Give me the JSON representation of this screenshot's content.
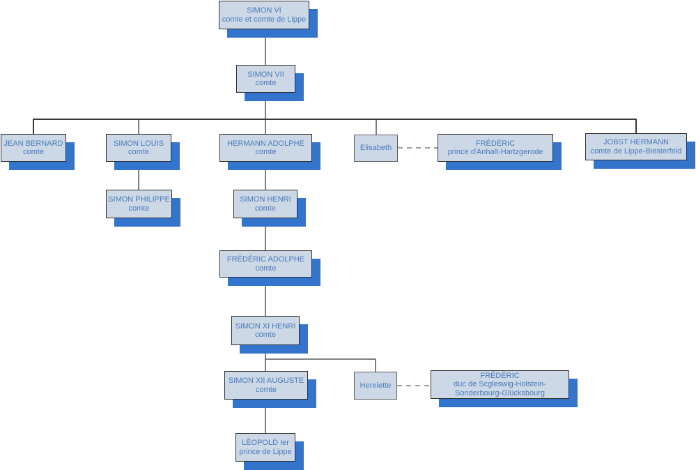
{
  "diagram": {
    "type": "family-tree",
    "nodes": [
      {
        "id": "simon-vi",
        "name": "SIMON VI",
        "title": "comte et comte de Lippe"
      },
      {
        "id": "simon-vii",
        "name": "SIMON VII",
        "title": "comte"
      },
      {
        "id": "jean-bernard",
        "name": "JEAN BERNARD",
        "title": "comte"
      },
      {
        "id": "simon-louis",
        "name": "SIMON LOUIS",
        "title": "comte"
      },
      {
        "id": "hermann-adolphe",
        "name": "HERMANN ADOLPHE",
        "title": "comte"
      },
      {
        "id": "elisabeth",
        "name": "Elisabeth",
        "title": ""
      },
      {
        "id": "frederic-anhalt",
        "name": "FRÉDÉRIC",
        "title": "prince d'Anhalt-Hartzgerode"
      },
      {
        "id": "jobst-hermann",
        "name": "JOBST HERMANN",
        "title": "comte de Lippe-Biesterfeld"
      },
      {
        "id": "simon-philippe",
        "name": "SIMON PHILIPPE",
        "title": "comte"
      },
      {
        "id": "simon-henri",
        "name": "SIMON HENRI",
        "title": "comte"
      },
      {
        "id": "frederic-adolphe",
        "name": "FRÉDÉRIC ADOLPHE",
        "title": "comte"
      },
      {
        "id": "simon-xi-henri",
        "name": "SIMON XI HENRI",
        "title": "comte"
      },
      {
        "id": "simon-xii-auguste",
        "name": "SIMON XII AUGUSTE",
        "title": "comte"
      },
      {
        "id": "henriette",
        "name": "Henriette",
        "title": ""
      },
      {
        "id": "frederic-duc",
        "name": "FRÉDÉRIC",
        "title": "duc de Scgleswig-Holstein-Sonderbourg-Glücksbourg"
      },
      {
        "id": "leopold",
        "name": "LÉOPOLD Ier",
        "title": "prince de Lippe"
      }
    ],
    "relations": [
      {
        "parent": "SIMON VI",
        "child": "SIMON VII"
      },
      {
        "parent": "SIMON VII",
        "child": "JEAN BERNARD"
      },
      {
        "parent": "SIMON VII",
        "child": "SIMON LOUIS"
      },
      {
        "parent": "SIMON VII",
        "child": "HERMANN ADOLPHE"
      },
      {
        "parent": "SIMON VII",
        "child": "Elisabeth"
      },
      {
        "parent": "SIMON VII",
        "child": "JOBST HERMANN"
      },
      {
        "spouse1": "Elisabeth",
        "spouse2": "FRÉDÉRIC prince d'Anhalt-Hartzgerode",
        "type": "marriage"
      },
      {
        "parent": "SIMON LOUIS",
        "child": "SIMON PHILIPPE"
      },
      {
        "parent": "HERMANN ADOLPHE",
        "child": "SIMON HENRI"
      },
      {
        "parent": "SIMON HENRI",
        "child": "FRÉDÉRIC ADOLPHE"
      },
      {
        "parent": "FRÉDÉRIC ADOLPHE",
        "child": "SIMON XI HENRI"
      },
      {
        "parent": "SIMON XI HENRI",
        "child": "SIMON XII AUGUSTE"
      },
      {
        "parent": "SIMON XI HENRI",
        "child": "Henriette"
      },
      {
        "spouse1": "Henriette",
        "spouse2": "FRÉDÉRIC duc de Scgleswig-Holstein-Sonderbourg-Glücksbourg",
        "type": "marriage"
      },
      {
        "parent": "SIMON XII AUGUSTE",
        "child": "LÉOPOLD Ier"
      }
    ],
    "colors": {
      "node_fill": "#ccd8e6",
      "node_border": "#2e2e2e",
      "spouse_border": "#5f5f5f",
      "shadow": "#3374cd",
      "text": "#4a7abc",
      "connector": "#383838",
      "dashed_connector": "#7f7f7f",
      "background": "#ffffff"
    }
  }
}
